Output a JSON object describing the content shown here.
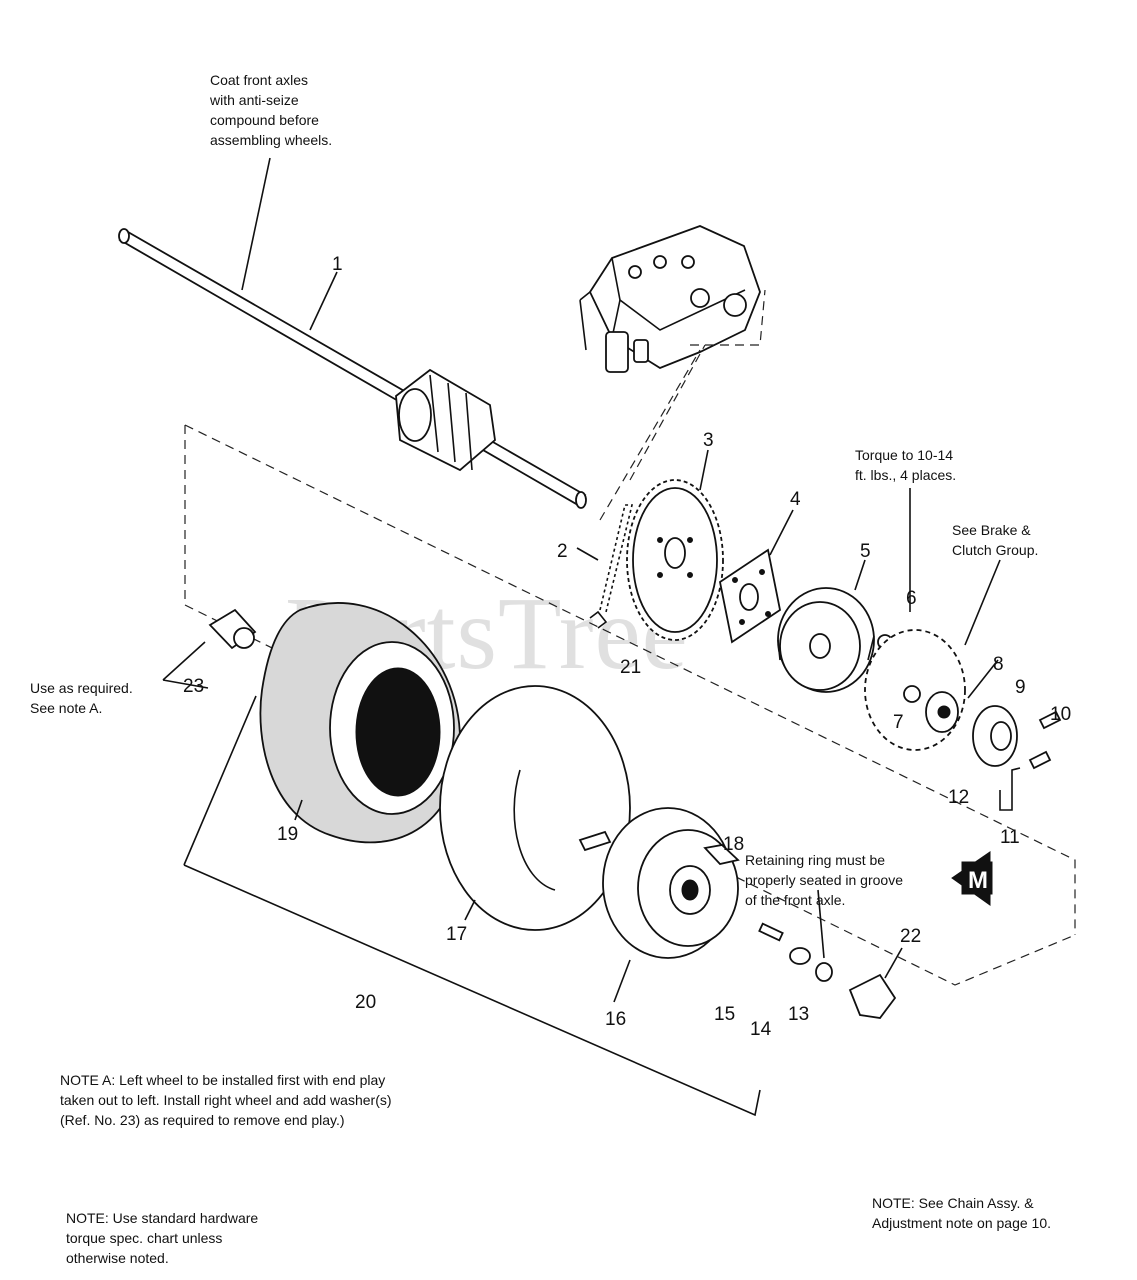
{
  "watermark": "PartsTree",
  "notes": {
    "coat_axles": "Coat front axles\nwith anti-seize\ncompound before\nassembling wheels.",
    "torque": "Torque to 10-14\nft. lbs., 4 places.",
    "brake_clutch": "See Brake &\nClutch Group.",
    "use_as_required": "Use as required.\nSee note A.",
    "retaining_ring": "Retaining ring must be\nproperly seated in groove\nof the front axle.",
    "note_a": "NOTE A: Left wheel to be installed first with end play\ntaken out to left. Install right wheel and add washer(s)\n(Ref. No. 23) as required to remove end play.)",
    "note_standard": "NOTE: Use standard hardware\ntorque spec. chart unless\notherwise noted.",
    "note_chain": "NOTE: See Chain Assy. &\nAdjustment note on page 10."
  },
  "section_badge": "M",
  "callouts": {
    "c1": "1",
    "c2": "2",
    "c3": "3",
    "c4": "4",
    "c5": "5",
    "c6": "6",
    "c7": "7",
    "c8": "8",
    "c9": "9",
    "c10": "10",
    "c11": "11",
    "c12": "12",
    "c13": "13",
    "c14": "14",
    "c15": "15",
    "c16": "16",
    "c17": "17",
    "c18": "18",
    "c19": "19",
    "c20": "20",
    "c21": "21",
    "c22": "22",
    "c23": "23"
  },
  "colors": {
    "ink": "#111111",
    "watermark": "#c8c8c8",
    "paper": "#ffffff"
  }
}
